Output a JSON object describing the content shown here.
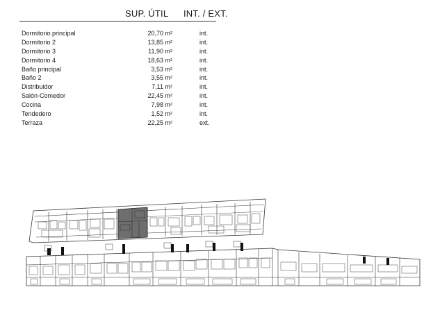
{
  "header": {
    "sup_util": "SUP. ÚTIL",
    "int_ext": "INT. / EXT."
  },
  "rooms": [
    {
      "name": "Dormitorio principal",
      "area": "20,70 m²",
      "type": "int."
    },
    {
      "name": "Dormitorio 2",
      "area": "13,85 m²",
      "type": "int."
    },
    {
      "name": "Dormitorio 3",
      "area": "11,90 m²",
      "type": "int."
    },
    {
      "name": "Dormitorio 4",
      "area": "18,63 m²",
      "type": "int."
    },
    {
      "name": "Baño principal",
      "area": "3,53 m²",
      "type": "int."
    },
    {
      "name": "Baño 2",
      "area": "3,55 m²",
      "type": "int."
    },
    {
      "name": "Distribuidor",
      "area": "7,11 m²",
      "type": "int."
    },
    {
      "name": "Salón-Comedor",
      "area": "22,45 m²",
      "type": "int."
    },
    {
      "name": "Cocina",
      "area": "7,98 m²",
      "type": "int."
    },
    {
      "name": "Tendedero",
      "area": "1,52 m²",
      "type": "int."
    },
    {
      "name": "Terraza",
      "area": "22,25 m²",
      "type": "ext."
    }
  ],
  "colors": {
    "line": "#333333",
    "highlight": "#6e6e6e",
    "background": "#ffffff"
  }
}
